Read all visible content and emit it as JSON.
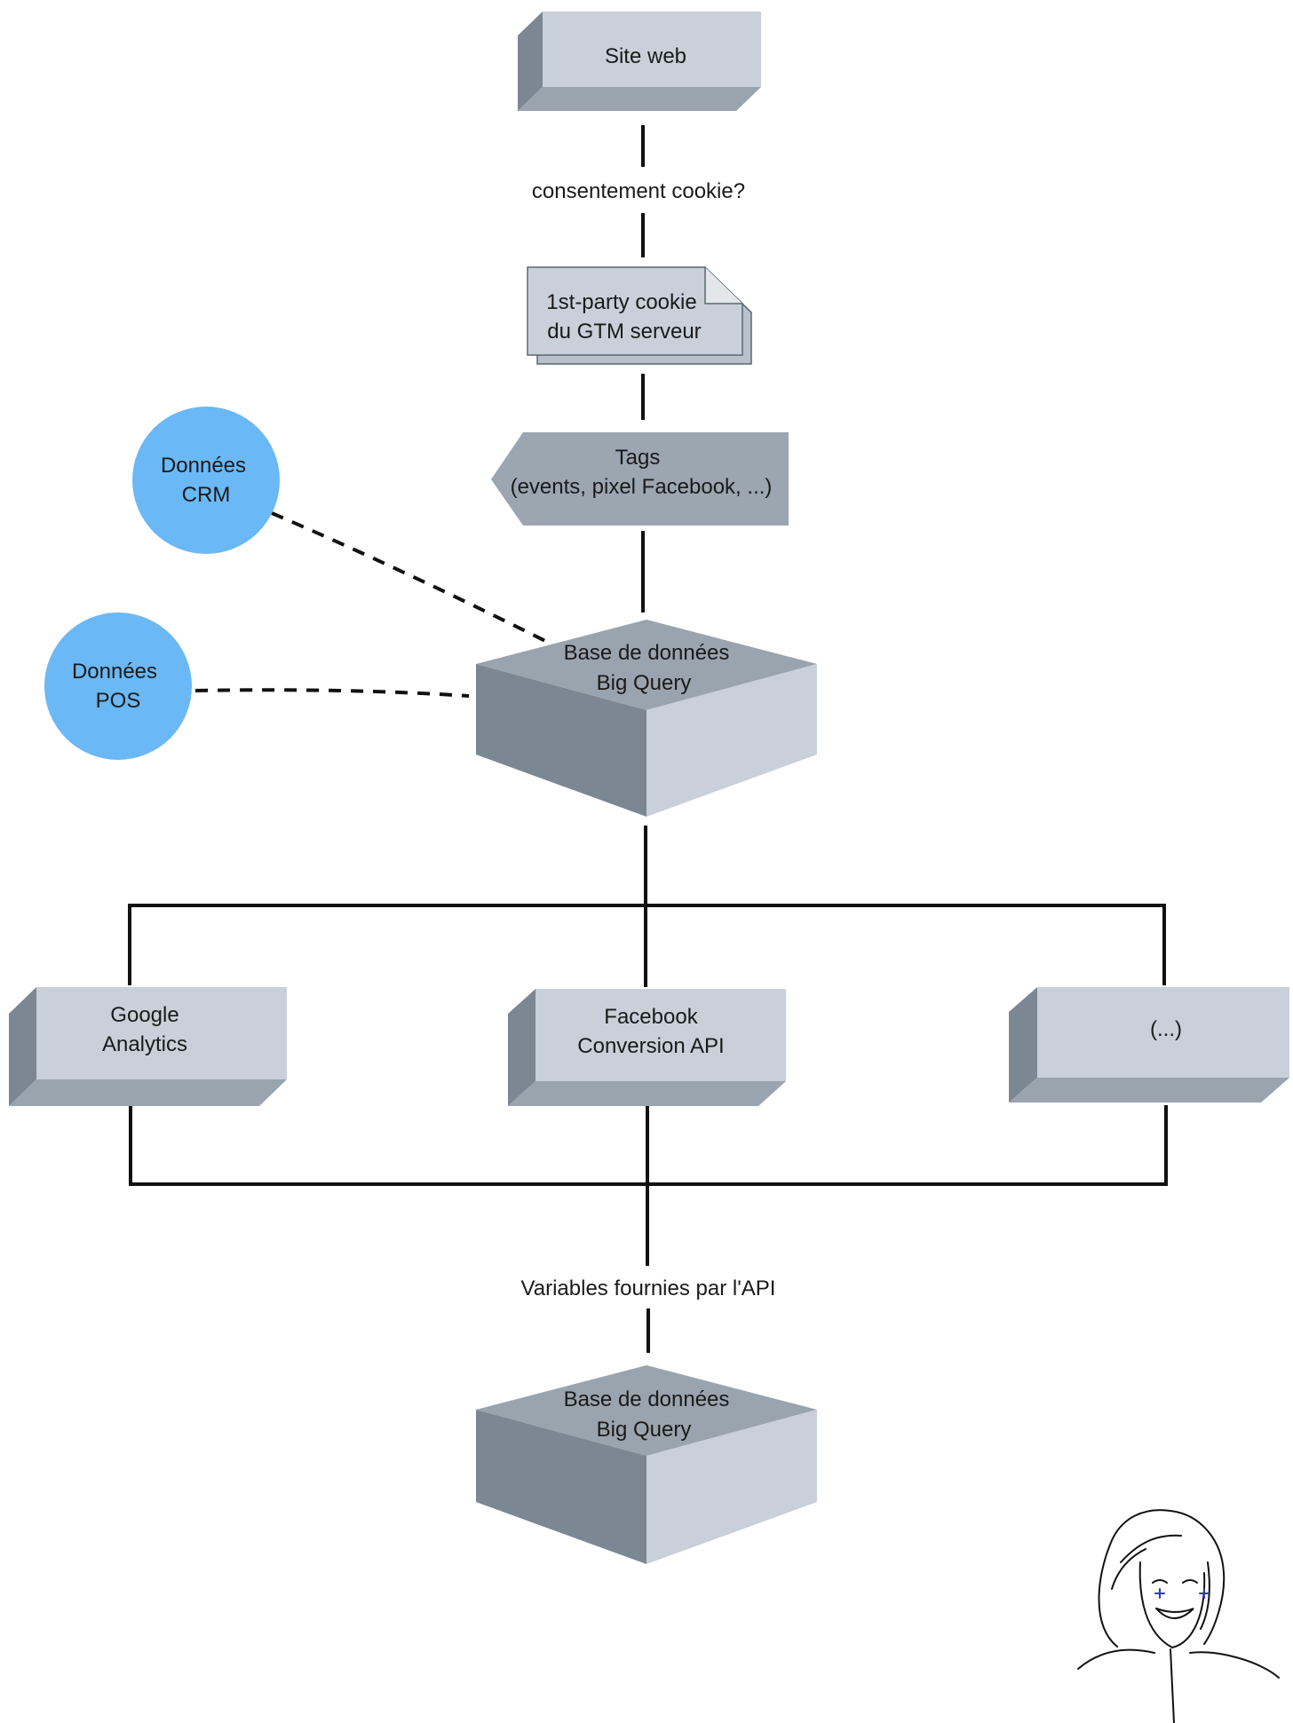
{
  "colors": {
    "box_front": "#c9d0d9",
    "box_side": "#7b8792",
    "box_bottom": "#9aa4ae",
    "tags_fill": "#9ba6b1",
    "cube_top": "#9aa4ae",
    "cube_left": "#7b8792",
    "cube_right": "#c9d0d9",
    "circle": "#6ab8f5",
    "line": "#111111"
  },
  "nodes": {
    "site_web": "Site web",
    "consent": "consentement cookie?",
    "cookie": {
      "line1": "1st-party cookie",
      "line2": "du GTM serveur"
    },
    "tags": {
      "line1": "Tags",
      "line2": "(events, pixel Facebook, ...)"
    },
    "crm": {
      "line1": "Données",
      "line2": "CRM"
    },
    "pos": {
      "line1": "Données",
      "line2": "POS"
    },
    "bigquery_top": {
      "line1": "Base de données",
      "line2": "Big Query"
    },
    "google_analytics": {
      "line1": "Google",
      "line2": "Analytics"
    },
    "facebook_capi": {
      "line1": "Facebook",
      "line2": "Conversion API"
    },
    "others": "(...)",
    "api_vars": "Variables fournies par l'API",
    "bigquery_bottom": {
      "line1": "Base de données",
      "line2": "Big Query"
    }
  },
  "avatar": {
    "icon": "portrait-sketch-icon"
  }
}
